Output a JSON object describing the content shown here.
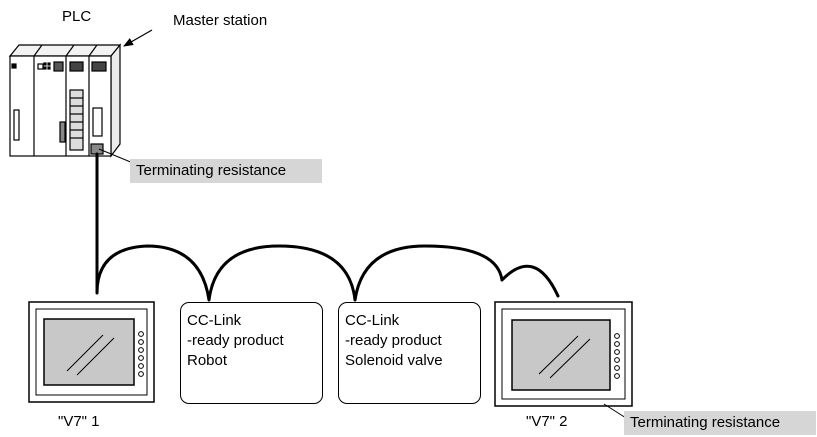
{
  "plc": {
    "label": "PLC",
    "master_label": "Master station",
    "terminating_label": "Terminating resistance"
  },
  "devices": [
    {
      "kind": "v7",
      "label": "\"V7\" 1"
    },
    {
      "kind": "box",
      "line1": "CC-Link",
      "line2": "-ready product",
      "line3": "Robot"
    },
    {
      "kind": "box",
      "line1": "CC-Link",
      "line2": "-ready product",
      "line3": "Solenoid valve"
    },
    {
      "kind": "v7",
      "label": "\"V7\" 2",
      "terminating_label": "Terminating resistance"
    }
  ]
}
